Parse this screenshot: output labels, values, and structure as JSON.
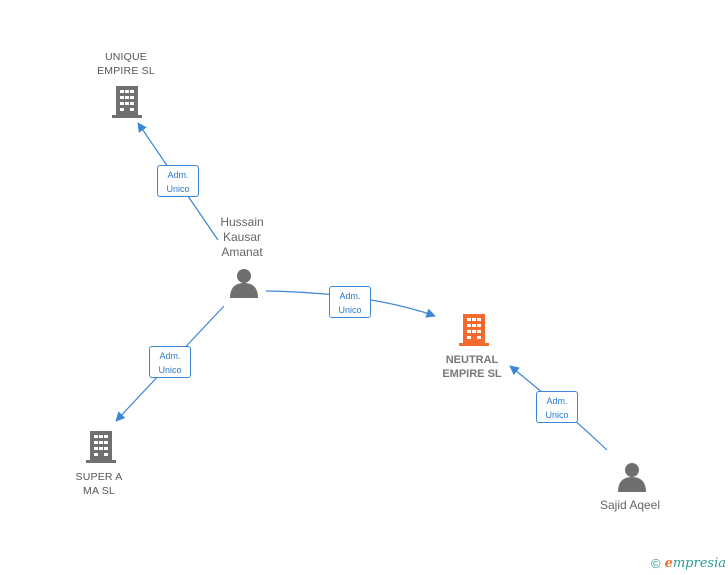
{
  "nodes": {
    "unique": {
      "line1": "UNIQUE",
      "line2": "EMPIRE  SL"
    },
    "hussain": {
      "line1": "Hussain",
      "line2": "Kausar",
      "line3": "Amanat"
    },
    "neutral": {
      "line1": "NEUTRAL",
      "line2": "EMPIRE  SL"
    },
    "supera": {
      "line1": "SUPER A",
      "line2": "MA  SL"
    },
    "sajid": {
      "line1": "Sajid Aqeel"
    }
  },
  "edges": {
    "e1": {
      "line1": "Adm.",
      "line2": "Unico"
    },
    "e2": {
      "line1": "Adm.",
      "line2": "Unico"
    },
    "e3": {
      "line1": "Adm.",
      "line2": "Unico"
    },
    "e4": {
      "line1": "Adm.",
      "line2": "Unico"
    }
  },
  "colors": {
    "edge": "#3a87d6",
    "building": "#707070",
    "building_focus": "#f26a2e",
    "person": "#6f6f6f"
  },
  "footer": {
    "copyright": "©",
    "brand_initial": "e",
    "brand_rest": "mpresia"
  }
}
